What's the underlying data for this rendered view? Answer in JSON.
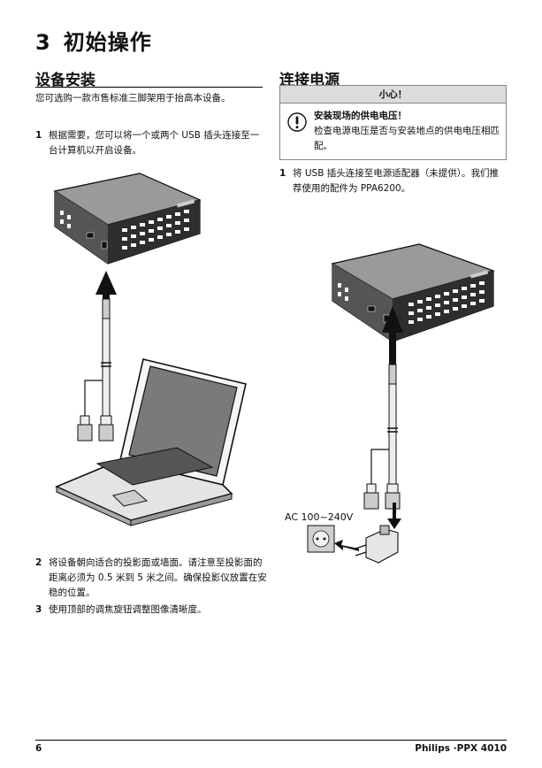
{
  "chapter": {
    "number": "3",
    "title": "初始操作"
  },
  "left": {
    "title": "设备安装",
    "intro": "您可选购一款市售标准三脚架用于抬高本设备。",
    "steps": [
      {
        "n": "1",
        "text": "根据需要，您可以将一个或两个 USB 插头连接至一台计算机以开启设备。"
      },
      {
        "n": "2",
        "text": "将设备朝向适合的投影面或墙面。请注意至投影面的距离必须为 0.5 米到 5 米之间。确保投影仪放置在安稳的位置。"
      },
      {
        "n": "3",
        "text": "使用顶部的调焦旋钮调整图像清晰度。"
      }
    ]
  },
  "right": {
    "title": "连接电源",
    "caution": {
      "header": "小心！",
      "title": "安装现场的供电电压！",
      "text": "检查电源电压是否与安装地点的供电电压相匹配。"
    },
    "steps": [
      {
        "n": "1",
        "text": "将 USB 插头连接至电源适配器（未提供）。我们推荐使用的配件为 PPA6200。"
      }
    ],
    "ac_label": "AC 100~240V"
  },
  "footer": {
    "page": "6",
    "brand": "Philips ·PPX 4010"
  }
}
